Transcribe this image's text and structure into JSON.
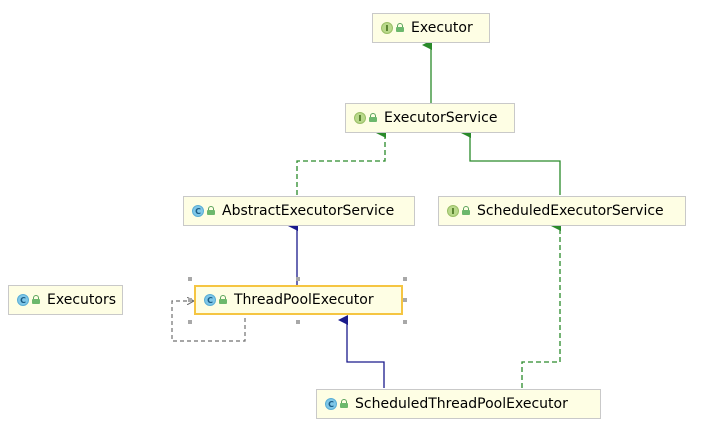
{
  "nodes": {
    "executor": {
      "label": "Executor",
      "kind": "interface",
      "badge": "I"
    },
    "executor_service": {
      "label": "ExecutorService",
      "kind": "interface",
      "badge": "I"
    },
    "abstract_executor_service": {
      "label": "AbstractExecutorService",
      "kind": "class",
      "badge": "C"
    },
    "scheduled_executor_service": {
      "label": "ScheduledExecutorService",
      "kind": "interface",
      "badge": "I"
    },
    "executors": {
      "label": "Executors",
      "kind": "class",
      "badge": "C"
    },
    "thread_pool_executor": {
      "label": "ThreadPoolExecutor",
      "kind": "class",
      "badge": "C",
      "selected": true
    },
    "scheduled_thread_pool_executor": {
      "label": "ScheduledThreadPoolExecutor",
      "kind": "class",
      "badge": "C"
    }
  },
  "colors": {
    "extends_edge": "#1a1a8c",
    "implements_edge": "#2a8a2a",
    "self_loop": "#707070",
    "node_fill": "#fefee4",
    "selected_border": "#f5c542"
  },
  "edges": [
    {
      "from": "executor_service",
      "to": "executor",
      "type": "interface-extends"
    },
    {
      "from": "abstract_executor_service",
      "to": "executor_service",
      "type": "implements"
    },
    {
      "from": "scheduled_executor_service",
      "to": "executor_service",
      "type": "interface-extends"
    },
    {
      "from": "thread_pool_executor",
      "to": "abstract_executor_service",
      "type": "extends"
    },
    {
      "from": "scheduled_thread_pool_executor",
      "to": "thread_pool_executor",
      "type": "extends"
    },
    {
      "from": "scheduled_thread_pool_executor",
      "to": "scheduled_executor_service",
      "type": "implements"
    },
    {
      "from": "thread_pool_executor",
      "to": "thread_pool_executor",
      "type": "self-reference"
    }
  ]
}
